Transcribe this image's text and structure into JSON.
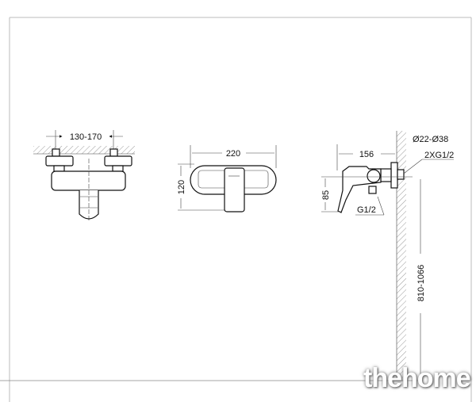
{
  "dimensions": {
    "mount_spacing": "130-170",
    "width": "220",
    "height": "120",
    "depth": "156",
    "outlet_height": "85",
    "escutcheon_diameter": "Ø22-Ø38",
    "inlet_thread": "2XG1/2",
    "outlet_thread": "G1/2",
    "install_height": "810-1066"
  },
  "watermark": "thehome"
}
